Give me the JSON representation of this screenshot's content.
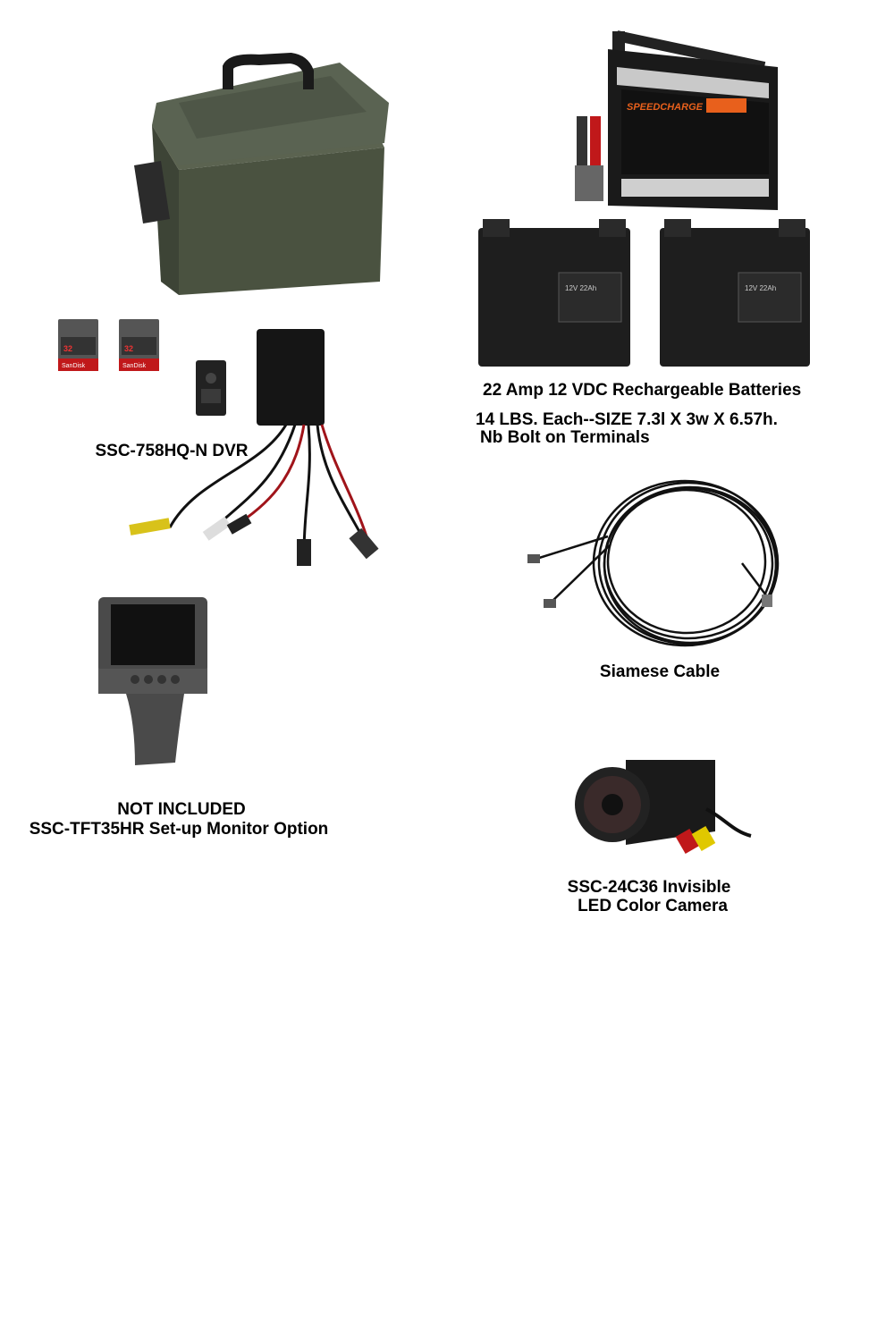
{
  "captions": {
    "batteries_line1": "22 Amp 12 VDC Rechargeable Batteries",
    "batteries_line2": "14 LBS. Each--SIZE 7.3l X 3w X 6.57h.",
    "batteries_line3": "Nb Bolt on Terminals",
    "dvr": "SSC-758HQ-N DVR",
    "monitor_line1": "NOT INCLUDED",
    "monitor_line2": "SSC-TFT35HR Set-up Monitor Option",
    "cable": "Siamese Cable",
    "camera_line1": "SSC-24C36 Invisible",
    "camera_line2": "LED Color Camera"
  },
  "product_lettering": {
    "charger_brand": "SPEEDCHARGE",
    "battery_label": "12V 22Ah",
    "sd_brand": "SanDisk",
    "sd_capacity": "32"
  },
  "colors": {
    "box_green": "#4a5240",
    "charger_orange": "#e8601c",
    "battery_black": "#1e1e1e"
  }
}
